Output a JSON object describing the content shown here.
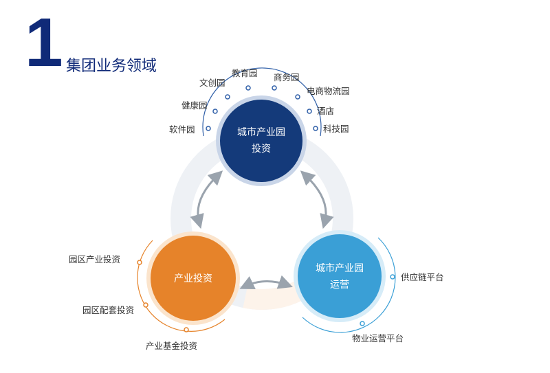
{
  "heading": {
    "number": "1",
    "title": "集团业务领域"
  },
  "colors": {
    "navy": "#143a7a",
    "orange": "#e6832a",
    "blue": "#3a9fd6",
    "dark_title": "#102a78"
  },
  "nodes": {
    "top": {
      "line1": "城市产业园",
      "line2": "投资",
      "labels": [
        "软件园",
        "健康园",
        "文创园",
        "教育园",
        "商务园",
        "电商物流园",
        "酒店",
        "科技园"
      ]
    },
    "left": {
      "line1": "产业投资",
      "labels": [
        "园区产业投资",
        "园区配套投资",
        "产业基金投资"
      ]
    },
    "right": {
      "line1": "城市产业园",
      "line2": "运营",
      "labels": [
        "供应链平台",
        "物业运营平台"
      ]
    }
  }
}
